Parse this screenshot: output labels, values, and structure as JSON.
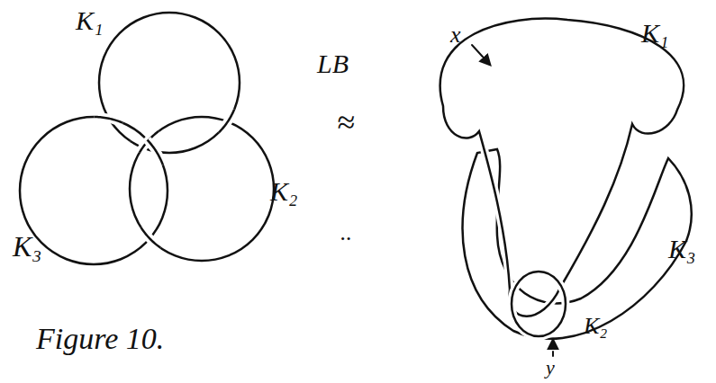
{
  "diagram": {
    "caption": "Figure 10.",
    "labels": [
      "K₁",
      "LB",
      "≈",
      "x",
      "K₁",
      "K₃",
      "K₂",
      "..",
      "K₃",
      "K₂",
      "y"
    ]
  }
}
